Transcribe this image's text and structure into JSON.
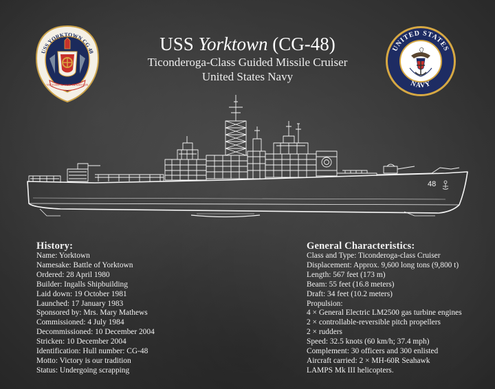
{
  "header": {
    "title_prefix": "USS ",
    "title_ship": "Yorktown",
    "title_suffix": " (CG-48)",
    "subtitle": "Ticonderoga-Class Guided Missile Cruiser",
    "branch": "United States Navy"
  },
  "crest": {
    "ring_text": "USS YORKTOWN CG 48",
    "motto_banner": "VICTORY IS OUR TRADITION",
    "colors": {
      "ring": "#f4f0e6",
      "inner": "#1b2a5c",
      "accent": "#c8312b",
      "gold": "#d9a441"
    }
  },
  "seal": {
    "top_text": "UNITED STATES",
    "bottom_text": "NAVY",
    "colors": {
      "ring": "#1e2c63",
      "inner": "#ffffff",
      "gold": "#d6a843"
    }
  },
  "ship": {
    "hull_number": "48",
    "line_color": "#f5f5f5"
  },
  "history": {
    "heading": "History:",
    "lines": [
      "Name: Yorktown",
      "Namesake:  Battle of Yorktown",
      "Ordered: 28 April 1980",
      "Builder: Ingalls Shipbuilding",
      "Laid down: 19 October 1981",
      "Launched: 17 January 1983",
      "Sponsored by: Mrs. Mary Mathews",
      "Commissioned: 4 July 1984",
      "Decommissioned: 10 December 2004",
      "Stricken: 10 December 2004",
      "Identification: Hull number: CG-48",
      "Motto: Victory is our tradition",
      "Status:  Undergoing scrapping"
    ]
  },
  "general": {
    "heading": "General Characteristics:",
    "lines": [
      "Class and Type: Ticonderoga-class Cruiser",
      "Displacement:  Approx. 9,600 long tons (9,800 t)",
      "Length: 567 feet (173 m)",
      "Beam:  55 feet (16.8 meters)",
      "Draft:  34 feet (10.2 meters)",
      "Propulsion:",
      "4 × General Electric LM2500 gas turbine engines",
      "2 × controllable-reversible pitch propellers",
      "2 × rudders",
      "Speed: 32.5 knots (60 km/h; 37.4 mph)",
      "Complement:  30 officers and 300 enlisted",
      "Aircraft carried: 2 × MH-60R Seahawk",
      "LAMPS Mk III helicopters."
    ]
  }
}
